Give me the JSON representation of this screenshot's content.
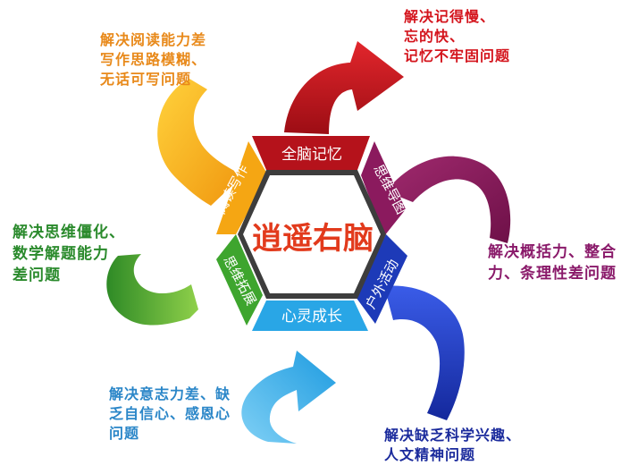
{
  "center": {
    "title": "逍遥右脑"
  },
  "segments": [
    {
      "label": "全脑记忆",
      "color": "#b5121b"
    },
    {
      "label": "思维导图",
      "color": "#8b1a5e"
    },
    {
      "label": "户外活动",
      "color": "#1d3ab8"
    },
    {
      "label": "心灵成长",
      "color": "#29a6e6"
    },
    {
      "label": "思维拓展",
      "color": "#3ea52e"
    },
    {
      "label": "阅读写作",
      "color": "#f5a613"
    }
  ],
  "descriptions": {
    "memory": "解决记得慢、\n忘的快、\n记忆不牢固问题",
    "reading": "解决阅读能力差\n写作思路模糊、\n无话可写问题",
    "thinking": "解决思维僵化、\n数学解题能力\n差问题",
    "mindmap": "解决概括力、整合\n力、条理性差问题",
    "heart": "解决意志力差、缺\n乏自信心、感恩心\n问题",
    "outdoor": "解决缺乏科学兴趣、\n人文精神问题"
  }
}
